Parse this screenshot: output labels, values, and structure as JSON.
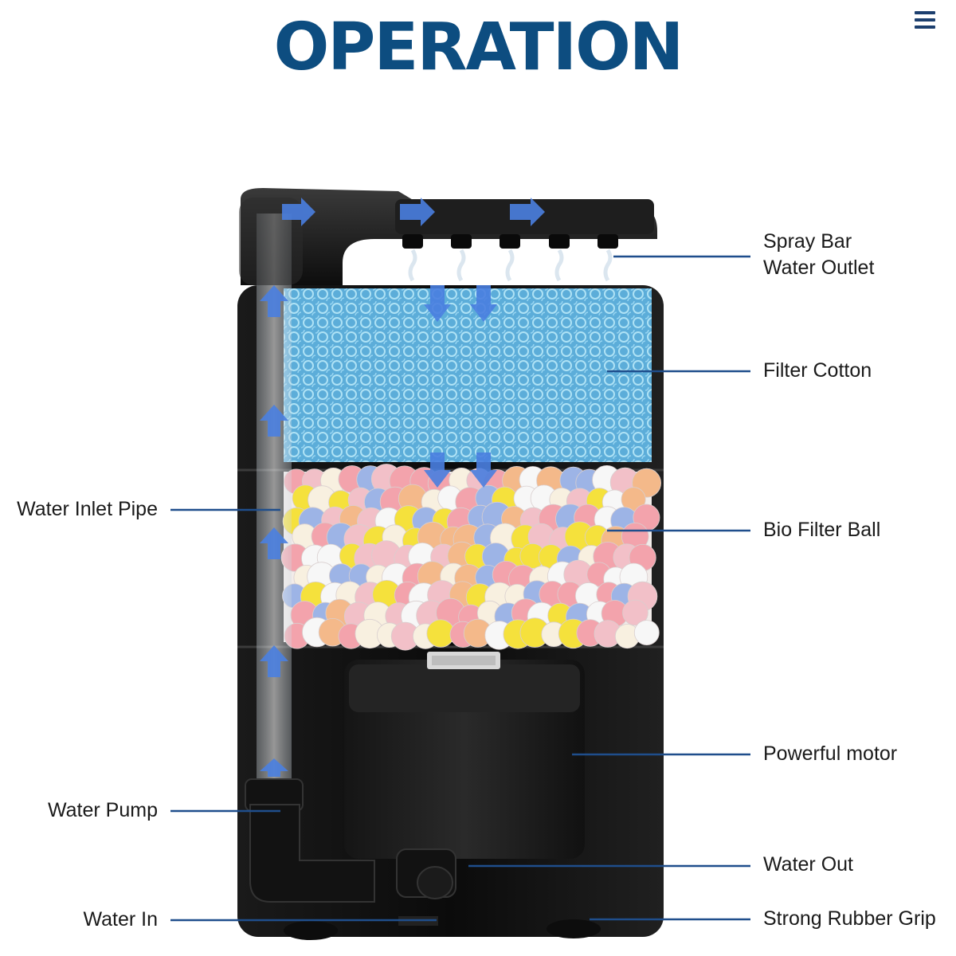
{
  "title": "OPERATION",
  "menu": {
    "icon": "hamburger-menu-icon"
  },
  "labels": {
    "spray_bar_line1": "Spray Bar",
    "spray_bar_line2": "Water Outlet",
    "filter_cotton": "Filter Cotton",
    "bio_filter_ball": "Bio Filter Ball",
    "powerful_motor": "Powerful motor",
    "water_out": "Water Out",
    "strong_rubber_grip": "Strong Rubber Grip",
    "water_inlet_pipe": "Water Inlet Pipe",
    "water_pump": "Water Pump",
    "water_in": "Water In"
  },
  "colors": {
    "title": "#0d4d80",
    "leader_line": "#1f4e8c",
    "flow_arrow": "#4a7fe0",
    "filter_cotton": "#5fb8e0",
    "housing": "#111111"
  }
}
